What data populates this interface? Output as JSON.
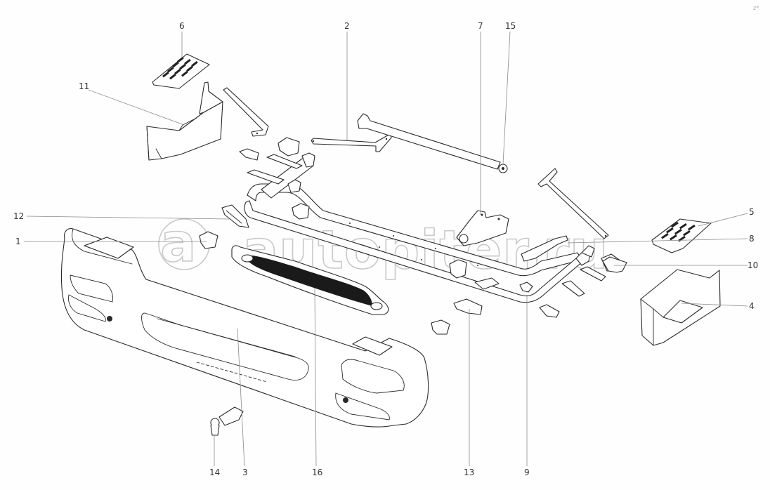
{
  "diagram": {
    "watermark": "autopiter.ru",
    "corner_mark": "z*",
    "callouts": [
      {
        "id": "6",
        "label": "6"
      },
      {
        "id": "11",
        "label": "11"
      },
      {
        "id": "2",
        "label": "2"
      },
      {
        "id": "7",
        "label": "7"
      },
      {
        "id": "15",
        "label": "15"
      },
      {
        "id": "12",
        "label": "12"
      },
      {
        "id": "1",
        "label": "1"
      },
      {
        "id": "5",
        "label": "5"
      },
      {
        "id": "8",
        "label": "8"
      },
      {
        "id": "10",
        "label": "10"
      },
      {
        "id": "4",
        "label": "4"
      },
      {
        "id": "14",
        "label": "14"
      },
      {
        "id": "3",
        "label": "3"
      },
      {
        "id": "16",
        "label": "16"
      },
      {
        "id": "13",
        "label": "13"
      },
      {
        "id": "9",
        "label": "9"
      }
    ]
  }
}
